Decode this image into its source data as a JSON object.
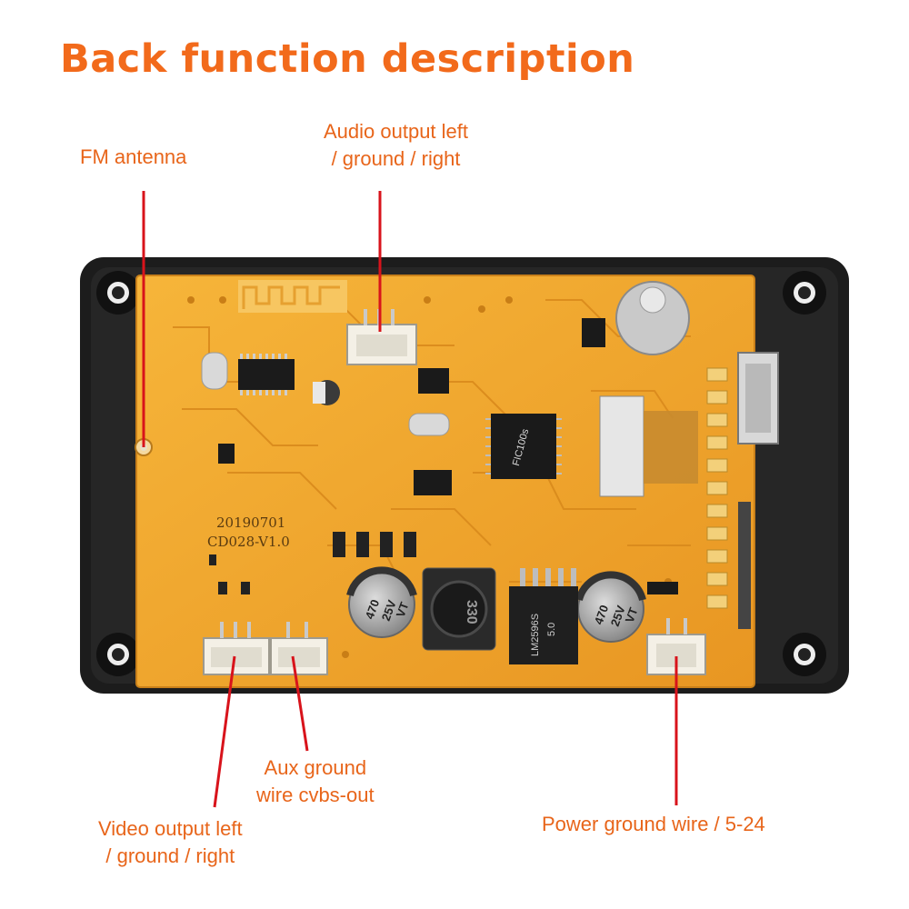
{
  "title": "Back function description",
  "labels": {
    "fm_antenna": "FM antenna",
    "audio_output": {
      "line1": "Audio output left",
      "line2": "/ ground / right"
    },
    "aux_ground": {
      "line1": "Aux ground",
      "line2": "wire cvbs-out"
    },
    "video_output": {
      "line1": "Video output left",
      "line2": "/ ground / right"
    },
    "power_ground": "Power ground wire / 5-24"
  },
  "board": {
    "date_code": "20190701",
    "model": "CD028-V1.0",
    "chip_label": "FIC100s",
    "regulator_label": "LM2596S",
    "regulator_sub": "5.0",
    "cap_left": {
      "line1": "470",
      "line2": "25V",
      "line3": "VT"
    },
    "cap_right": {
      "line1": "470",
      "line2": "25V",
      "line3": "VT"
    },
    "inductor_label": "330"
  },
  "colors": {
    "title": "#f26a1b",
    "label_text": "#e8651a",
    "leader_line": "#d8131b",
    "pcb": "#f0a12a",
    "housing": "#1c1c1c"
  }
}
